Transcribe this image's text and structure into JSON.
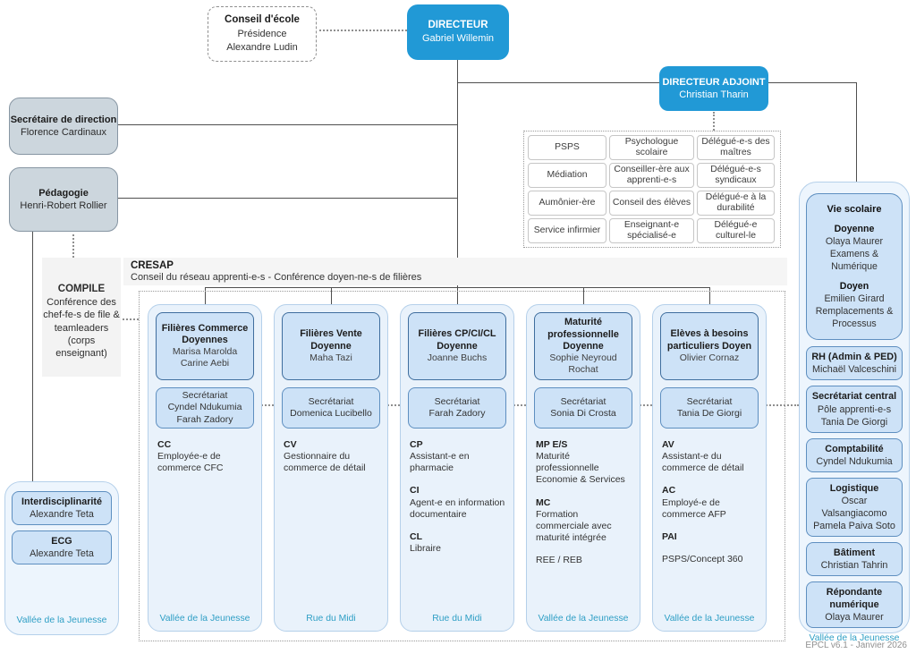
{
  "colors": {
    "primary_blue": "#2199d6",
    "gray_box_fill": "#ccd6dd",
    "column_fill": "#e9f2fb",
    "inner_box_fill": "#cde2f7",
    "location_teal": "#2f9fc5"
  },
  "top": {
    "conseil": {
      "title": "Conseil d'école",
      "line2": "Présidence",
      "line3": "Alexandre Ludin"
    },
    "directeur": {
      "title": "DIRECTEUR",
      "name": "Gabriel Willemin"
    },
    "adjoint": {
      "title": "DIRECTEUR ADJOINT",
      "name": "Christian Tharin"
    }
  },
  "left": {
    "secretaire": {
      "title": "Secrétaire de direction",
      "name": "Florence Cardinaux"
    },
    "pedagogie": {
      "title": "Pédagogie",
      "name": "Henri-Robert Rollier"
    },
    "compile": {
      "title": "COMPILE",
      "desc": "Conférence des chef-fe-s de file & teamleaders (corps enseignant)"
    },
    "interdisc": {
      "title": "Interdisciplinarité",
      "name": "Alexandre Teta"
    },
    "ecg": {
      "title": "ECG",
      "name": "Alexandre Teta"
    },
    "location": "Vallée de la Jeunesse"
  },
  "services": {
    "rows": [
      [
        "PSPS",
        "Psychologue scolaire",
        "Délégué-e-s des maîtres"
      ],
      [
        "Médiation",
        "Conseiller-ère aux apprenti-e-s",
        "Délégué-e-s syndicaux"
      ],
      [
        "Aumônier-ère",
        "Conseil des élèves",
        "Délégué-e à la durabilité"
      ],
      [
        "Service infirmier",
        "Enseignant-e spécialisé-e",
        "Délégué-e culturel-le"
      ]
    ]
  },
  "cresap": {
    "title": "CRESAP",
    "subtitle": "Conseil du réseau apprenti-e-s - Conférence doyen-ne-s de filières",
    "columns": [
      {
        "header": {
          "title": "Filières Commerce Doyennes",
          "name1": "Marisa Marolda",
          "name2": "Carine Aebi"
        },
        "sec": {
          "title": "Secrétariat",
          "name1": "Cyndel Ndukumia",
          "name2": "Farah Zadory"
        },
        "items": [
          {
            "code": "CC",
            "label": "Employée-e de commerce CFC"
          },
          {
            "code": "",
            "label": ""
          },
          {
            "code": "",
            "label": ""
          },
          {
            "code": "",
            "label": ""
          }
        ],
        "location": "Vallée de la Jeunesse"
      },
      {
        "header": {
          "title": "Filières Vente Doyenne",
          "name1": "Maha Tazi",
          "name2": ""
        },
        "sec": {
          "title": "Secrétariat",
          "name1": "Domenica Lucibello",
          "name2": ""
        },
        "items": [
          {
            "code": "CV",
            "label": "Gestionnaire du commerce de détail"
          },
          {
            "code": "",
            "label": ""
          },
          {
            "code": "",
            "label": ""
          },
          {
            "code": "",
            "label": ""
          }
        ],
        "location": "Rue du Midi"
      },
      {
        "header": {
          "title": "Filières CP/CI/CL Doyenne",
          "name1": "Joanne Buchs",
          "name2": ""
        },
        "sec": {
          "title": "Secrétariat",
          "name1": "Farah Zadory",
          "name2": ""
        },
        "items": [
          {
            "code": "CP",
            "label": "Assistant-e en pharmacie"
          },
          {
            "code": "CI",
            "label": "Agent-e en information documentaire"
          },
          {
            "code": "CL",
            "label": "Libraire"
          },
          {
            "code": "",
            "label": ""
          }
        ],
        "location": "Rue du Midi"
      },
      {
        "header": {
          "title": "Maturité professionnelle Doyenne",
          "name1": "Sophie Neyroud Rochat",
          "name2": ""
        },
        "sec": {
          "title": "Secrétariat",
          "name1": "Sonia Di Crosta",
          "name2": ""
        },
        "items": [
          {
            "code": "MP E/S",
            "label": "Maturité professionnelle Economie & Services"
          },
          {
            "code": "MC",
            "label": "Formation commerciale avec maturité intégrée"
          },
          {
            "code": "",
            "label": "REE / REB"
          },
          {
            "code": "",
            "label": ""
          }
        ],
        "location": "Vallée de la Jeunesse"
      },
      {
        "header": {
          "title": "Elèves à besoins particuliers Doyen",
          "name1": "Olivier Cornaz",
          "name2": ""
        },
        "sec": {
          "title": "Secrétariat",
          "name1": "Tania De Giorgi",
          "name2": ""
        },
        "items": [
          {
            "code": "AV",
            "label": "Assistant-e du commerce de détail"
          },
          {
            "code": "AC",
            "label": "Employé-e de commerce AFP"
          },
          {
            "code": "PAI",
            "label": ""
          },
          {
            "code": "",
            "label": "PSPS/Concept 360"
          }
        ],
        "location": "Vallée de la Jeunesse"
      }
    ]
  },
  "sidebar": {
    "vie": {
      "title": "Vie scolaire",
      "role1": "Doyenne",
      "name1": "Olaya Maurer",
      "detail1": "Examens & Numérique",
      "role2": "Doyen",
      "name2": "Emilien Girard",
      "detail2": "Remplacements & Processus"
    },
    "boxes": [
      {
        "title": "RH (Admin & PED)",
        "line1": "Michaël Valceschini",
        "line2": ""
      },
      {
        "title": "Secrétariat central",
        "line1": "Pôle apprenti-e-s",
        "line2": "Tania De Giorgi"
      },
      {
        "title": "Comptabilité",
        "line1": "Cyndel Ndukumia",
        "line2": ""
      },
      {
        "title": "Logistique",
        "line1": "Oscar Valsangiacomo",
        "line2": "Pamela Paiva Soto"
      },
      {
        "title": "Bâtiment",
        "line1": "Christian Tahrin",
        "line2": ""
      },
      {
        "title": "Répondante numérique",
        "line1": "Olaya Maurer",
        "line2": ""
      }
    ],
    "location": "Vallée de la Jeunesse"
  },
  "footer_note": "EPCL v6.1 - Janvier 2026"
}
